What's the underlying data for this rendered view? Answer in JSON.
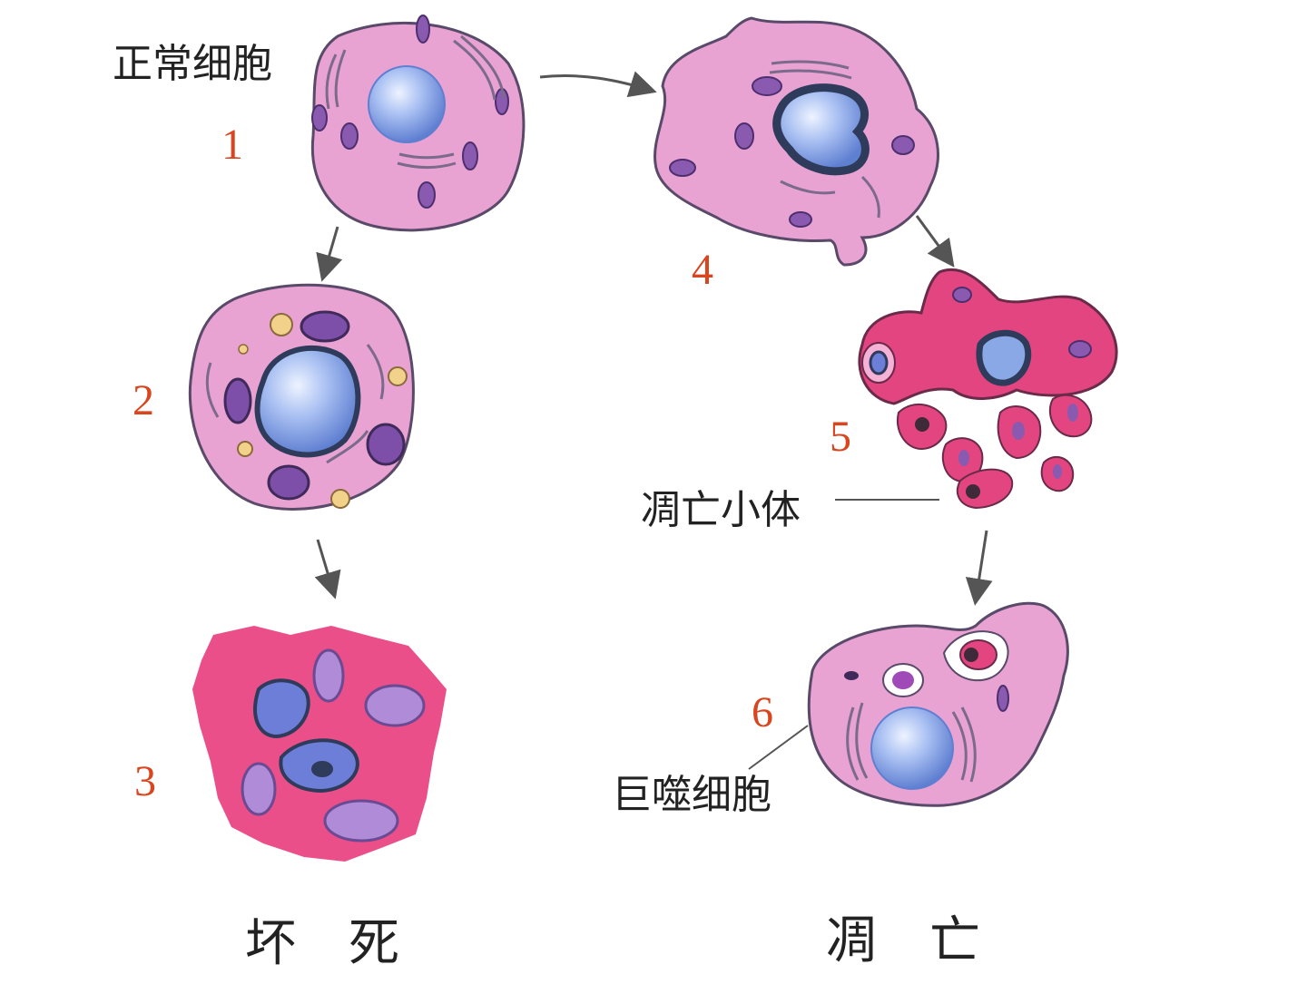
{
  "labels": {
    "normal_cell": "正常细胞",
    "apoptotic_body": "凋亡小体",
    "macrophage": "巨噬细胞",
    "necrosis": "坏死",
    "apoptosis": "凋亡"
  },
  "stage_numbers": [
    "1",
    "2",
    "3",
    "4",
    "5",
    "6"
  ],
  "colors": {
    "number_red": "#d9451f",
    "cytoplasm_pink": "#e8a3d3",
    "necrotic_magenta": "#ea4f8a",
    "apoptotic_magenta": "#e2457f",
    "nucleus_blue": "#8aa8e6",
    "organelle_purple": "#8a5ab0",
    "outline": "#5a4a6a",
    "arrow": "#555555"
  }
}
